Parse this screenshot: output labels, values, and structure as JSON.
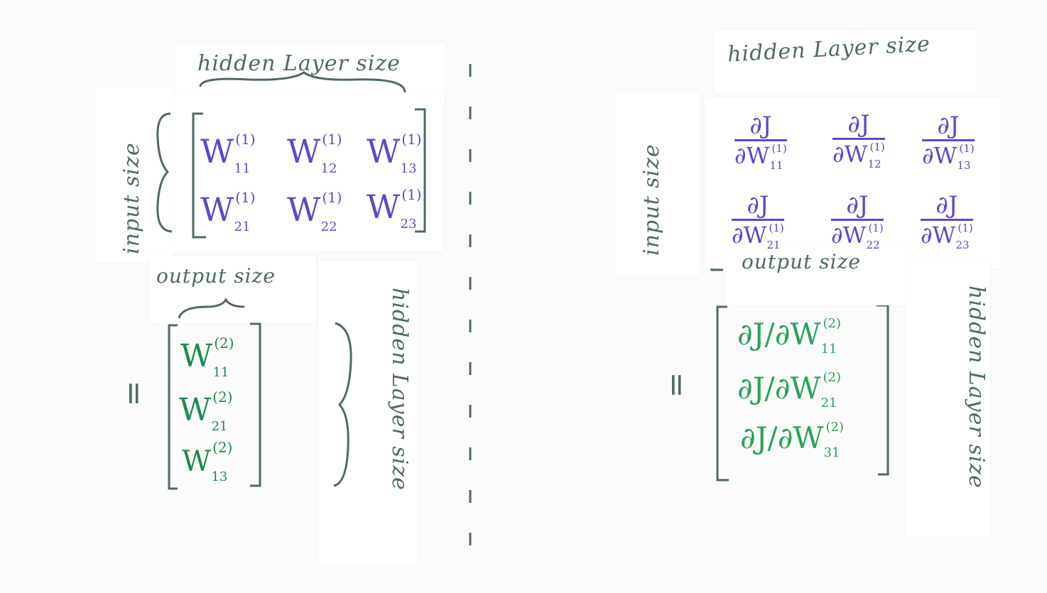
{
  "labels": {
    "hidden_layer_size": "hidden Layer size",
    "input_size": "input size",
    "output_size": "output size",
    "equals": "="
  },
  "W1_matrix": [
    [
      {
        "base": "W",
        "sup": "(1)",
        "sub": "11"
      },
      {
        "base": "W",
        "sup": "(1)",
        "sub": "12"
      },
      {
        "base": "W",
        "sup": "(1)",
        "sub": "13"
      }
    ],
    [
      {
        "base": "W",
        "sup": "(1)",
        "sub": "21"
      },
      {
        "base": "W",
        "sup": "(1)",
        "sub": "22"
      },
      {
        "base": "W",
        "sup": "(1)",
        "sub": "23"
      }
    ]
  ],
  "W2_vector": [
    {
      "base": "W",
      "sup": "(2)",
      "sub": "11"
    },
    {
      "base": "W",
      "sup": "(2)",
      "sub": "21"
    },
    {
      "base": "W",
      "sup": "(2)",
      "sub": "13"
    }
  ],
  "dW1_matrix": [
    [
      {
        "num": "∂J",
        "den": "∂W",
        "sup": "(1)",
        "sub": "11"
      },
      {
        "num": "∂J",
        "den": "∂W",
        "sup": "(1)",
        "sub": "12"
      },
      {
        "num": "∂J",
        "den": "∂W",
        "sup": "(1)",
        "sub": "13"
      }
    ],
    [
      {
        "num": "∂J",
        "den": "∂W",
        "sup": "(1)",
        "sub": "21"
      },
      {
        "num": "∂J",
        "den": "∂W",
        "sup": "(1)",
        "sub": "22"
      },
      {
        "num": "∂J",
        "den": "∂W",
        "sup": "(1)",
        "sub": "23"
      }
    ]
  ],
  "dW2_vector": [
    {
      "text": "∂J/∂W",
      "sup": "(2)",
      "sub": "11"
    },
    {
      "text": "∂J/∂W",
      "sup": "(2)",
      "sub": "21"
    },
    {
      "text": "∂J/∂W",
      "sup": "(2)",
      "sub": "31"
    }
  ],
  "colors": {
    "label": "#4f6b60",
    "purple": "#5b4bc9",
    "green": "#1f8a4c",
    "green_light": "#2aa35a",
    "ink": "#4f6b60"
  }
}
